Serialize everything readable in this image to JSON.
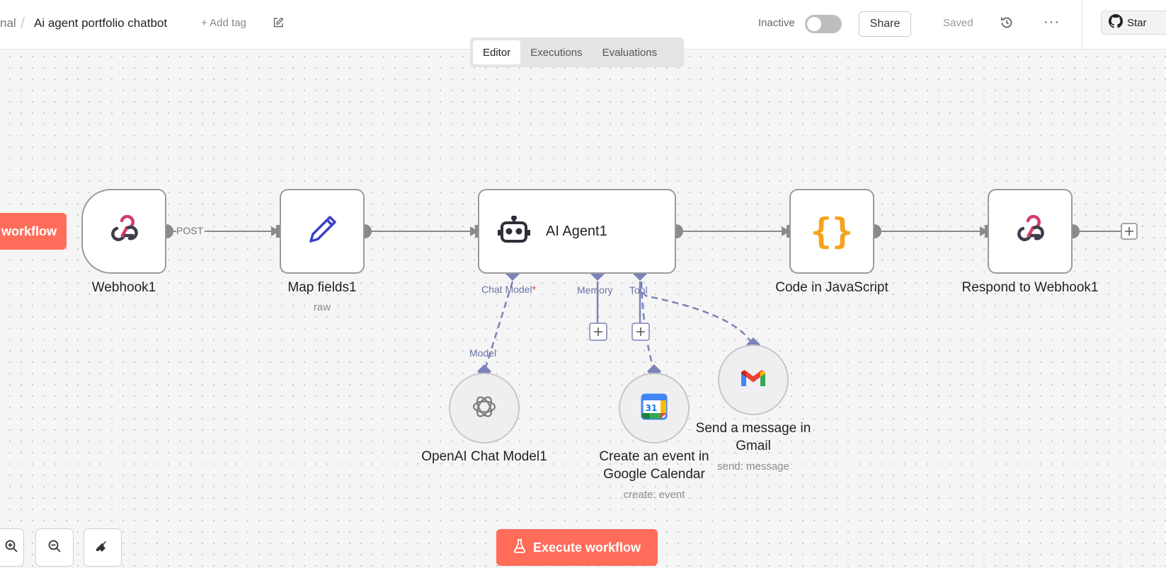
{
  "header": {
    "breadcrumb_prev": "nal",
    "breadcrumb_sep": "/",
    "workflow_name": "Ai agent portfolio chatbot",
    "add_tag": "+ Add tag",
    "status_label": "Inactive",
    "share_label": "Share",
    "saved_label": "Saved",
    "more_label": "···",
    "github_label": "Star"
  },
  "tabs": [
    "Editor",
    "Executions",
    "Evaluations"
  ],
  "active_tab": "Editor",
  "canvas": {
    "trigger_partial_label": "workflow",
    "edge_post_label": "POST",
    "nodes": {
      "webhook": {
        "title": "Webhook1"
      },
      "map_fields": {
        "title": "Map fields1",
        "subtitle": "raw"
      },
      "ai_agent": {
        "title": "AI Agent1",
        "port_chat_model": "Chat Model",
        "port_required_mark": "*",
        "port_memory": "Memory",
        "port_tool": "Tool"
      },
      "code": {
        "title": "Code in JavaScript"
      },
      "respond": {
        "title": "Respond to Webhook1"
      },
      "openai": {
        "title": "OpenAI Chat Model1",
        "port_label": "Model"
      },
      "gcal": {
        "title_line1": "Create an event in",
        "title_line2": "Google Calendar",
        "subtitle": "create: event"
      },
      "gmail": {
        "title_line1": "Send a message in",
        "title_line2": "Gmail",
        "subtitle": "send: message"
      }
    }
  },
  "bottom": {
    "execute_label": "Execute workflow"
  },
  "colors": {
    "accent": "#ff6d5a",
    "ai_connector": "#7b83b8",
    "node_border": "#9a9a9a"
  }
}
